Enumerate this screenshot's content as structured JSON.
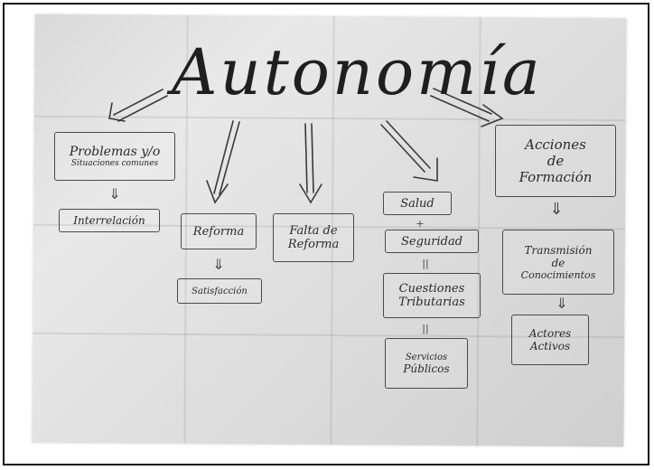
{
  "title": "Autonomía",
  "nodes": {
    "problemas_line1": "Problemas y/o",
    "problemas_line2": "Situaciones comunes",
    "interrelacion": "Interrelación",
    "reforma": "Reforma",
    "satisfaccion": "Satisfacción",
    "falta_line1": "Falta de",
    "falta_line2": "Reforma",
    "salud": "Salud",
    "seguridad": "Seguridad",
    "cuestiones_line1": "Cuestiones",
    "cuestiones_line2": "Tributarias",
    "servicios_line1": "Servicios",
    "servicios_line2": "Públicos",
    "acciones_line1": "Acciones",
    "acciones_line2": "de",
    "acciones_line3": "Formación",
    "transmision_line1": "Transmisión",
    "transmision_line2": "de",
    "transmision_line3": "Conocimientos",
    "actores_line1": "Actores",
    "actores_line2": "Activos"
  },
  "connectors": {
    "down_double": "⇓",
    "plus": "+",
    "pipe": "||"
  },
  "colors": {
    "ink": "#2a2a2a",
    "paper": "#dedede",
    "frame": "#111111"
  }
}
